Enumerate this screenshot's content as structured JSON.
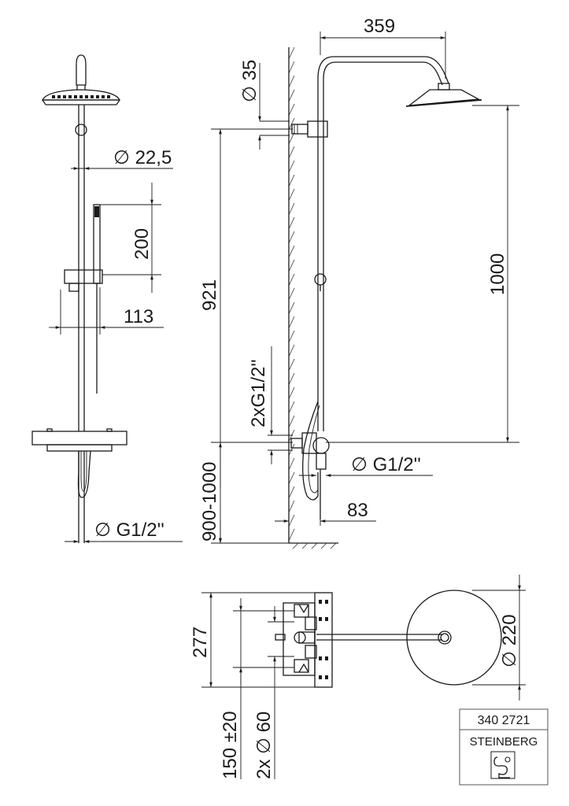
{
  "front_view": {
    "dim_head_diameter": "∅ 22,5",
    "dim_handshower_length": "200",
    "dim_offset": "113",
    "dim_inlet": "∅ G1/2''"
  },
  "side_view": {
    "dim_arm_length": "359",
    "dim_wall_diameter": "∅ 35",
    "dim_height_921": "921",
    "dim_height_1000": "1000",
    "dim_connections": "2xG1/2''",
    "dim_mount_height": "900-1000",
    "dim_inlet": "∅ G1/2''",
    "dim_depth": "83"
  },
  "plan_view": {
    "dim_277": "277",
    "dim_centres": "150 ±20",
    "dim_rosettes": "2x ∅ 60",
    "dim_head": "∅ 220"
  },
  "title_block": {
    "article_number": "340 2721",
    "brand": "STEINBERG"
  }
}
